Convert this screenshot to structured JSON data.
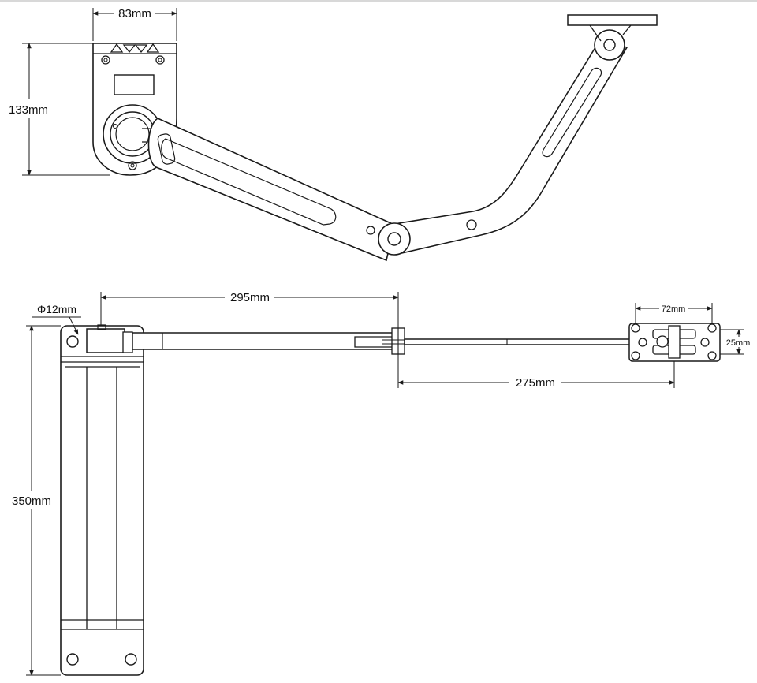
{
  "drawing": {
    "top_view": {
      "width_label": "83mm",
      "height_label": "133mm"
    },
    "side_view": {
      "diameter_label": "Φ12mm",
      "body_length_label": "350mm",
      "arm_span_label": "295mm",
      "second_arm_label": "275mm",
      "bracket_width_label": "72mm",
      "bracket_height_label": "25mm"
    }
  },
  "colors": {
    "ink": "#1a1a1a",
    "background": "#ffffff",
    "rule": "#d8d8d8"
  }
}
